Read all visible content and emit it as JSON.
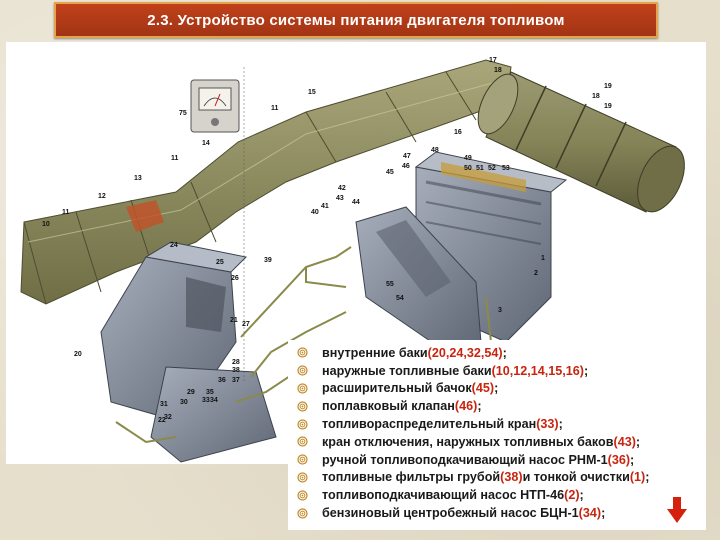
{
  "title": "2.3. Устройство системы питания двигателя топливом",
  "colors": {
    "title_bg": "#b53a16",
    "title_border": "#e7a34b",
    "highlight": "#c8250f",
    "tank_olive": "#8d8c5c",
    "engine_gray": "#7c8694"
  },
  "diagram": {
    "callouts": [
      "75",
      "10",
      "11",
      "12",
      "13",
      "14",
      "11",
      "11",
      "15",
      "16",
      "17",
      "18",
      "19",
      "18",
      "19",
      "20",
      "24",
      "25",
      "26",
      "39",
      "40",
      "41",
      "42",
      "43",
      "44",
      "45",
      "46",
      "47",
      "48",
      "49",
      "50",
      "51",
      "52",
      "53",
      "54",
      "55",
      "1",
      "2",
      "3",
      "21",
      "22",
      "27",
      "28",
      "29",
      "30",
      "31",
      "32",
      "33",
      "34",
      "35",
      "36",
      "37",
      "38"
    ]
  },
  "legend": [
    {
      "text": "внутренние баки ",
      "hl": "(20,24,32,54)",
      "end": ";"
    },
    {
      "text": "наружные топливные баки ",
      "hl": "(10,12,14,15,16)",
      "end": ";"
    },
    {
      "text": "расширительный бачок ",
      "hl": "(45)",
      "end": ";"
    },
    {
      "text": "поплавковый клапан ",
      "hl": "(46)",
      "end": ";"
    },
    {
      "text": "топливораспределительный кран ",
      "hl": "(33)",
      "end": ";"
    },
    {
      "text": "кран отключения, наружных топливных баков ",
      "hl": "(43)",
      "end": ";"
    },
    {
      "text": "ручной топливоподкачивающий насос РНМ-1 ",
      "hl": "(36)",
      "end": ";"
    },
    {
      "text": "топливные фильтры грубой ",
      "hl": "(38)",
      "mid": " и тонкой очистки ",
      "hl2": "(1)",
      "end": ";"
    },
    {
      "text": "топливоподкачивающий насос НТП-46 ",
      "hl": "(2)",
      "end": ";"
    },
    {
      "text": "бензиновый центробежный насос БЦН-1 ",
      "hl": "(34)",
      "end": ";"
    }
  ],
  "icons": {
    "bullet": "spiral-bullet-icon",
    "arrow": "down-arrow-icon"
  }
}
